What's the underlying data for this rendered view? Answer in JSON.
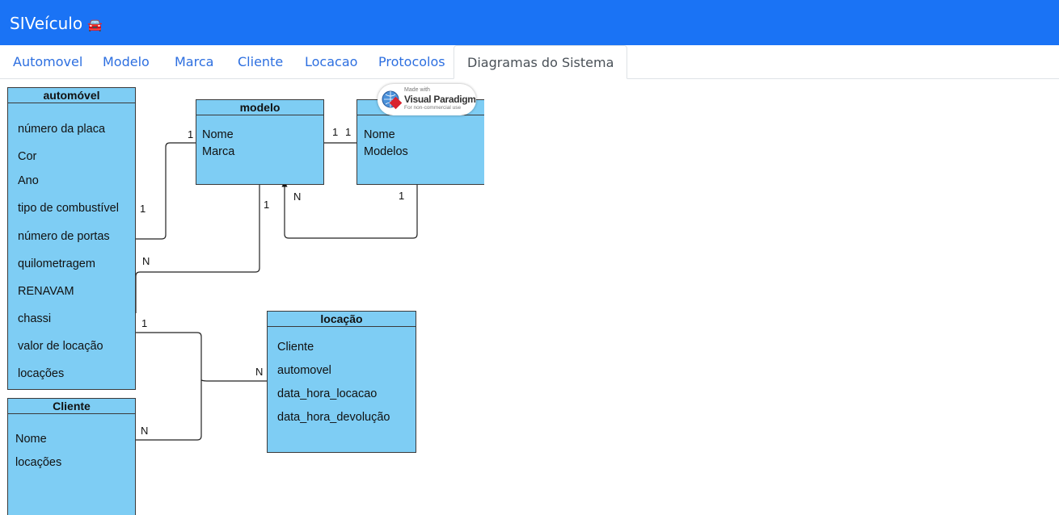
{
  "navbar": {
    "brand": "SIVeículo",
    "brand_icon": "🚘"
  },
  "tabs": [
    {
      "label": "Automovel"
    },
    {
      "label": "Modelo"
    },
    {
      "label": "Marca"
    },
    {
      "label": "Cliente"
    },
    {
      "label": "Locacao"
    },
    {
      "label": "Protocolos"
    },
    {
      "label": "Diagramas do Sistema",
      "active": true
    }
  ],
  "diagram": {
    "automovel": {
      "title": "automóvel",
      "attrs": [
        "número da placa",
        "Cor",
        "Ano",
        "tipo de combustível",
        "número de portas",
        "quilometragem",
        "RENAVAM",
        "chassi",
        "valor de locação",
        "locações"
      ]
    },
    "modelo": {
      "title": "modelo",
      "attrs": [
        "Nome",
        "Marca"
      ]
    },
    "marca": {
      "title": "",
      "attrs": [
        "Nome",
        "Modelos"
      ]
    },
    "cliente": {
      "title": "Cliente",
      "attrs": [
        "Nome",
        "locações"
      ]
    },
    "locacao": {
      "title": "locação",
      "attrs": [
        "Cliente",
        "automovel",
        "data_hora_locacao",
        "data_hora_devolução"
      ]
    },
    "labels": {
      "one": "1",
      "many": "N"
    },
    "watermark": {
      "made_with": "Made with",
      "name": "Visual Paradigm",
      "note": "For non-commercial use"
    }
  },
  "colors": {
    "navbar": "#1a73f5",
    "entity_fill": "#7ecdf4",
    "link": "#2d6fe0"
  }
}
